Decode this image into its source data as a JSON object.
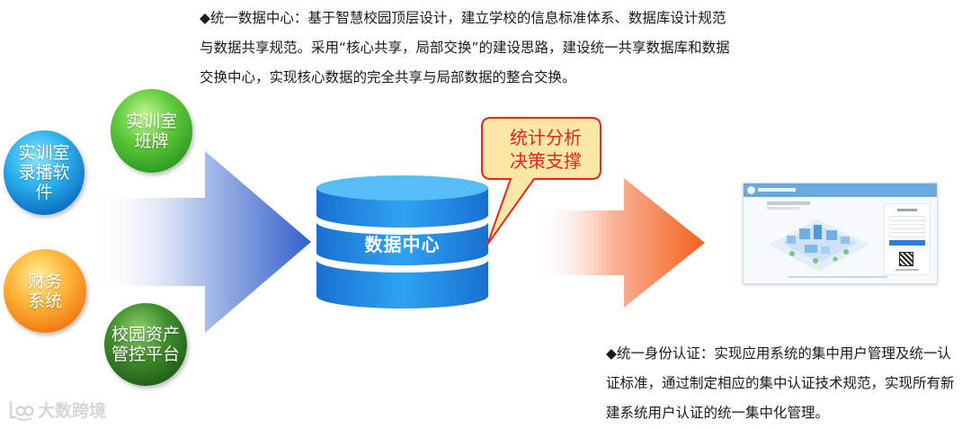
{
  "texts": {
    "top_description": "◆统一数据中心：基于智慧校园顶层设计，建立学校的信息标准体系、数据库设计规范与数据共享规范。采用“核心共享，局部交换”的建设思路，建设统一共享数据库和数据交换中心，实现核心数据的完全共享与局部数据的整合交换。",
    "bottom_description": "◆统一身份认证：实现应用系统的集中用户管理及统一认证标准，通过制定相应的集中认证技术规范，实现所有新建系统用户认证的统一集中化管理。"
  },
  "sources": [
    {
      "label": "实训室\n录播软\n件",
      "color": "#1e8fe0"
    },
    {
      "label": "实训室\n班牌",
      "color": "#3fb230"
    },
    {
      "label": "财务\n系统",
      "color": "#f59a1c"
    },
    {
      "label": "校园资产\n管控平台",
      "color": "#2f7a22"
    }
  ],
  "database": {
    "label": "数据中心",
    "color": "#1a87e0"
  },
  "callout": {
    "label": "统计分析\n决策支撑",
    "text_color": "#e8261e",
    "fill": "#fde7a6"
  },
  "watermark": {
    "text": "大数跨境"
  },
  "colors": {
    "arrow_left": "#3d6fd1",
    "arrow_right": "#f57a2c"
  }
}
